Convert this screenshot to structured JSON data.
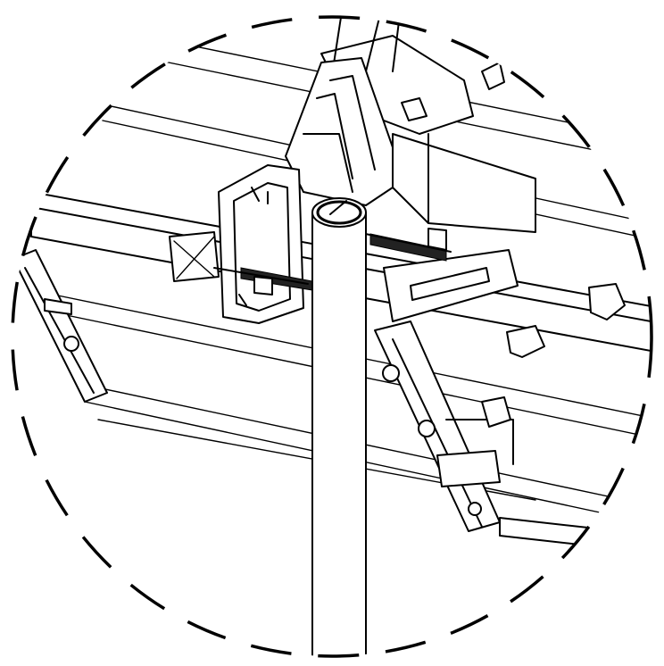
{
  "figure": {
    "kind": "line-art detail view",
    "components": [
      "detail-circle",
      "mast-pipe",
      "antenna-boom",
      "antenna-elements",
      "mast-clamp-bracket",
      "u-bolt",
      "wing-nuts",
      "element-bracket",
      "reflector-support"
    ],
    "colors": {
      "line": "#000000",
      "background": "#ffffff"
    }
  }
}
